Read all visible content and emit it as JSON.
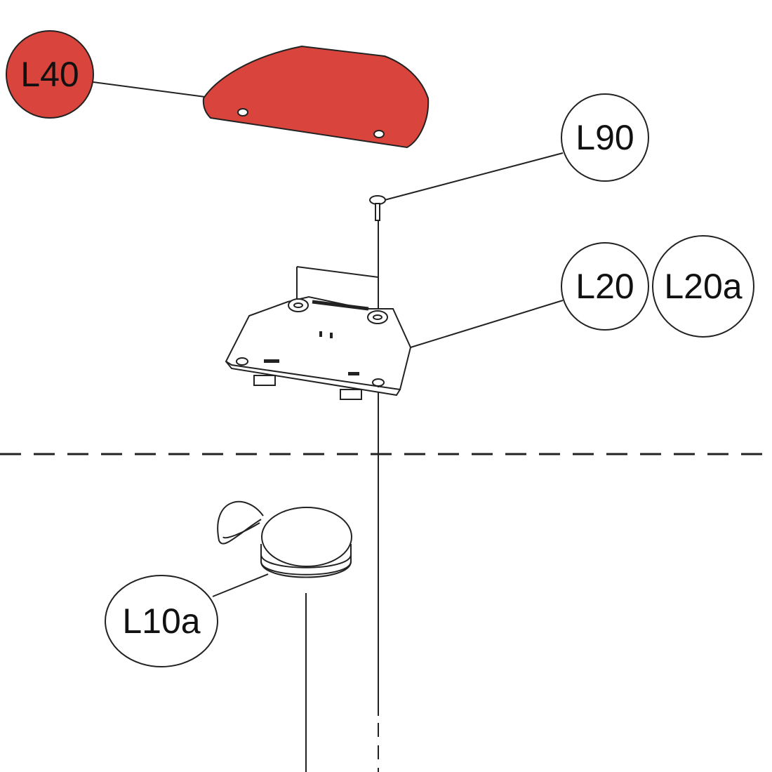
{
  "labels": {
    "l40": "L40",
    "l90": "L90",
    "l20": "L20",
    "l20a": "L20a",
    "l10a": "L10a"
  },
  "colors": {
    "highlight": "#d9443c",
    "line": "#222222"
  }
}
